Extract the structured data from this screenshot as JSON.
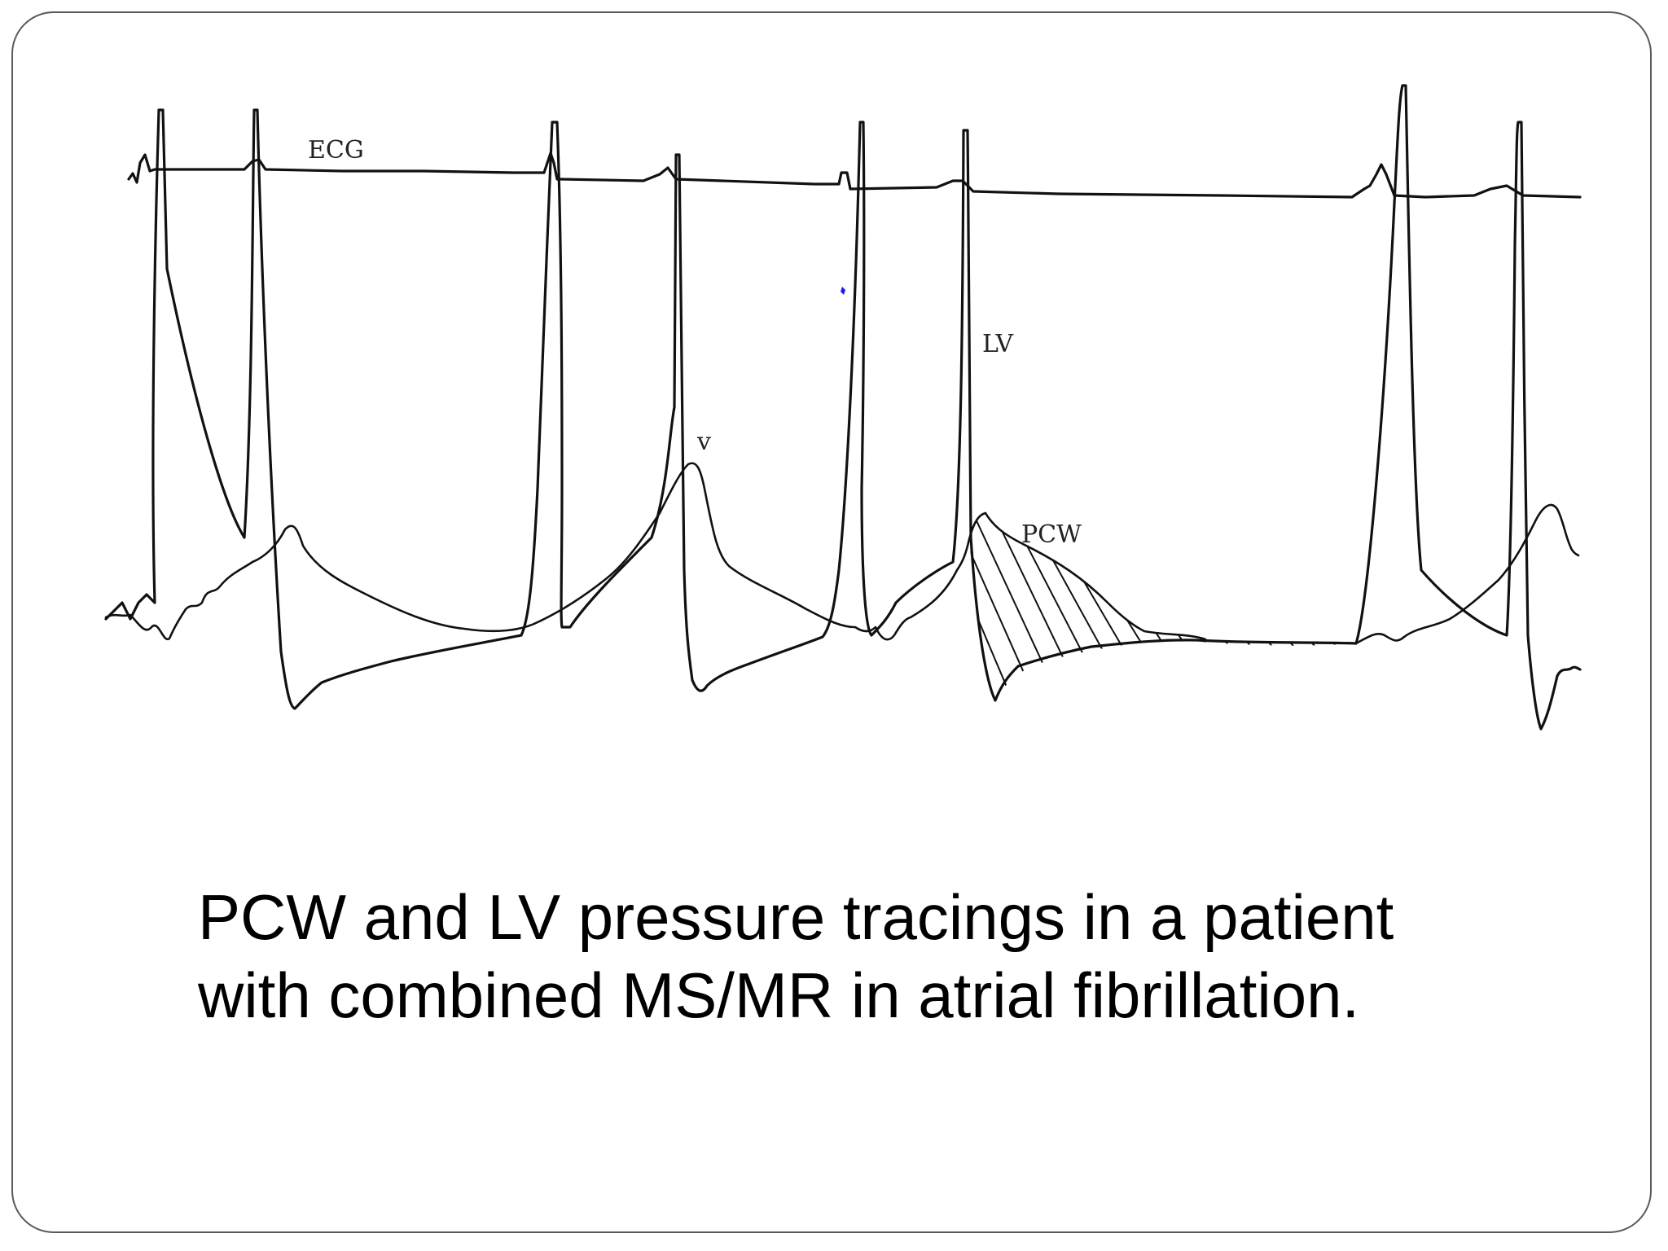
{
  "diagram": {
    "labels": {
      "ecg": "ECG",
      "lv": "LV",
      "v_wave": "v",
      "pcw": "PCW"
    }
  },
  "caption": {
    "line1": "PCW and LV pressure tracings in a patient",
    "line2": "with combined MS/MR in atrial fibrillation."
  },
  "colors": {
    "background": "#ffffff",
    "frame_border": "#5a5a5a",
    "trace": "#111111",
    "marker": "#1a1aff"
  }
}
